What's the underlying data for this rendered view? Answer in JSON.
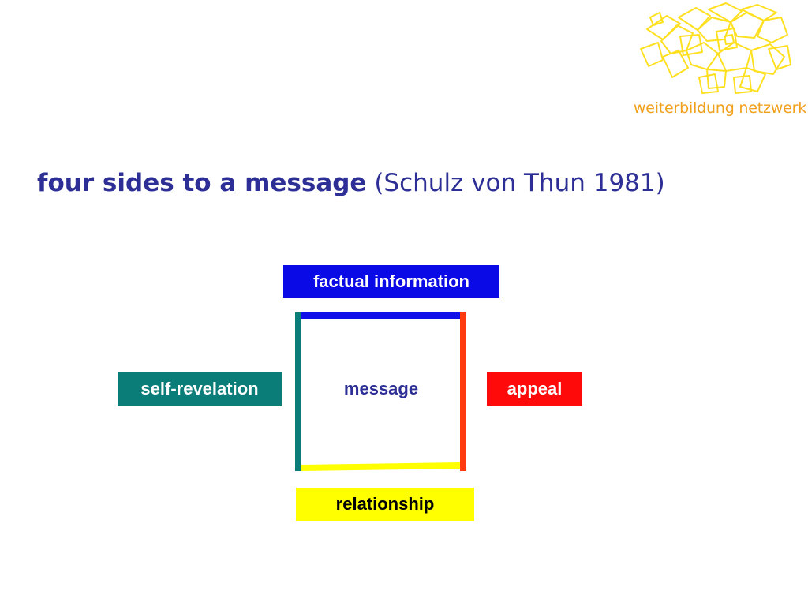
{
  "branding": {
    "logo_name": "weiterbildung-netzwerk-logo",
    "logo_text": "weiterbildung netzwerk"
  },
  "title": {
    "main": "four sides to a message",
    "sub": "(Schulz von Thun 1981)"
  },
  "diagram": {
    "center": "message",
    "sides": {
      "top": {
        "label": "factual information",
        "color": "#0a0ae6",
        "text_color": "#ffffff"
      },
      "left": {
        "label": "self-revelation",
        "color": "#0b7d78",
        "text_color": "#ffffff"
      },
      "right": {
        "label": "appeal",
        "color": "#ff0a0a",
        "text_color": "#ffffff"
      },
      "bottom": {
        "label": "relationship",
        "color": "#ffff00",
        "text_color": "#000000"
      }
    },
    "frame_colors": {
      "top": "#1010e8",
      "left": "#0b7d78",
      "right": "#ff3a10",
      "bottom": "#ffff00"
    }
  },
  "colors": {
    "title": "#2e2f96",
    "logo": "#f0a01a",
    "logo_lines": "#ffe020"
  }
}
